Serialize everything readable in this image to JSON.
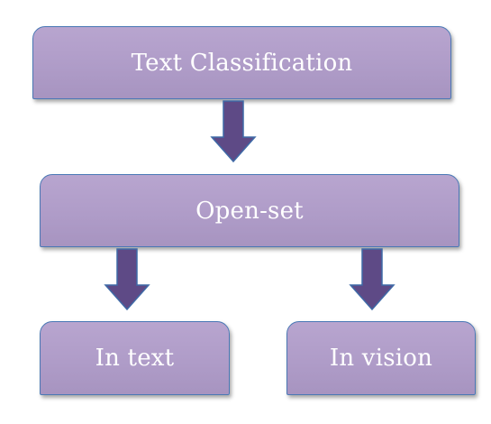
{
  "diagram": {
    "nodes": {
      "top": "Text Classification",
      "middle": "Open-set",
      "left": "In text",
      "right": "In vision"
    },
    "edges": [
      {
        "from": "top",
        "to": "middle"
      },
      {
        "from": "middle",
        "to": "left"
      },
      {
        "from": "middle",
        "to": "right"
      }
    ],
    "colors": {
      "box_fill": "#b09dc9",
      "box_border": "#4a78b5",
      "arrow_fill": "#5e4a86",
      "arrow_stroke": "#3f6aa7",
      "text": "#ffffff"
    }
  }
}
